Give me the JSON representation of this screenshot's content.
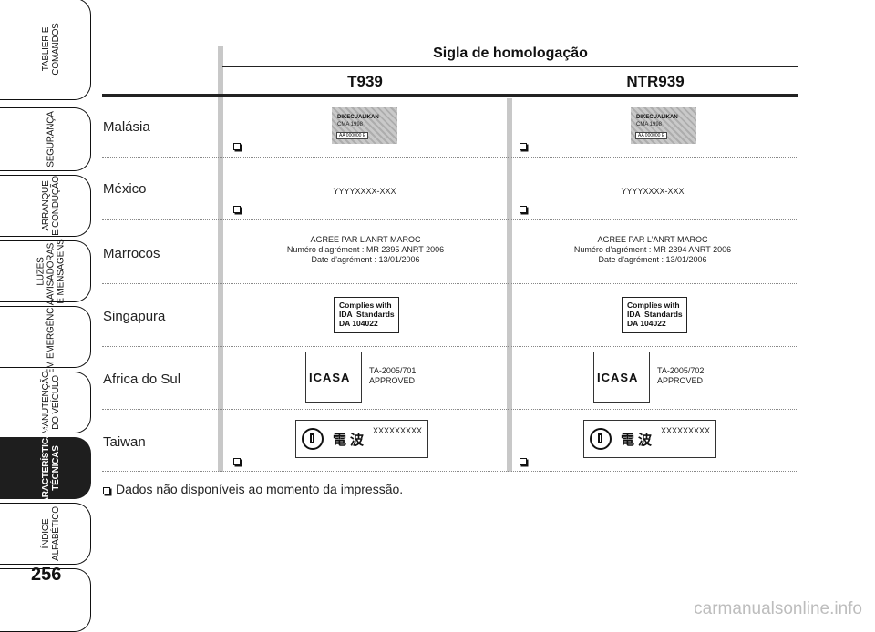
{
  "sidebar": {
    "tabs": [
      {
        "label": "TABLIER E\nCOMANDOS"
      },
      {
        "label": "SEGURANÇA"
      },
      {
        "label": "ARRANQUE\nE CONDUÇÃO"
      },
      {
        "label": "LUZES\nAVISADORAS\nE MENSAGENS"
      },
      {
        "label": "EM EMERGÊNCIA"
      },
      {
        "label": "MANUTENÇÃO\nDO VEÍCULO"
      },
      {
        "label": "CARACTERÍSTICAS\nTÉCNICAS"
      },
      {
        "label": "ÍNDICE\nALFABÉTICO"
      }
    ],
    "page_number": "256"
  },
  "table": {
    "title": "Sigla de homologação",
    "col1": "T939",
    "col2": "NTR939",
    "countries": [
      "Malásia",
      "México",
      "Marrocos",
      "Singapura",
      "Africa do Sul",
      "Taiwan"
    ],
    "malaysia": {
      "label": "DIKECUALIKAN",
      "year": "CMA 1998",
      "number": "AA 000000 E"
    },
    "mexico": {
      "col1": "YYYYXXXX-XXX",
      "col2": "YYYYXXXX-XXX"
    },
    "morocco": {
      "col1": {
        "line1": "AGREE PAR L’ANRT MAROC",
        "line2": "Numéro d’agrément : MR 2395 ANRT 2006",
        "line3": "Date d’agrément : 13/01/2006"
      },
      "col2": {
        "line1": "AGREE PAR L’ANRT MAROC",
        "line2": "Numéro d’agrément : MR 2394 ANRT 2006",
        "line3": "Date d’agrément : 13/01/2006"
      }
    },
    "singapore": {
      "text": "Complies with\nIDA  Standards\nDA 104022"
    },
    "south_africa": {
      "logo": "ICASA",
      "col1": {
        "line1": "TA-2005/701",
        "line2": "APPROVED"
      },
      "col2": {
        "line1": "TA-2005/702",
        "line2": "APPROVED"
      }
    },
    "taiwan": {
      "chars": "電波",
      "code": "XXXXXXXXX"
    }
  },
  "footnote": "Dados não disponíveis ao momento da impressão.",
  "watermark": "carmanualsonline.info"
}
